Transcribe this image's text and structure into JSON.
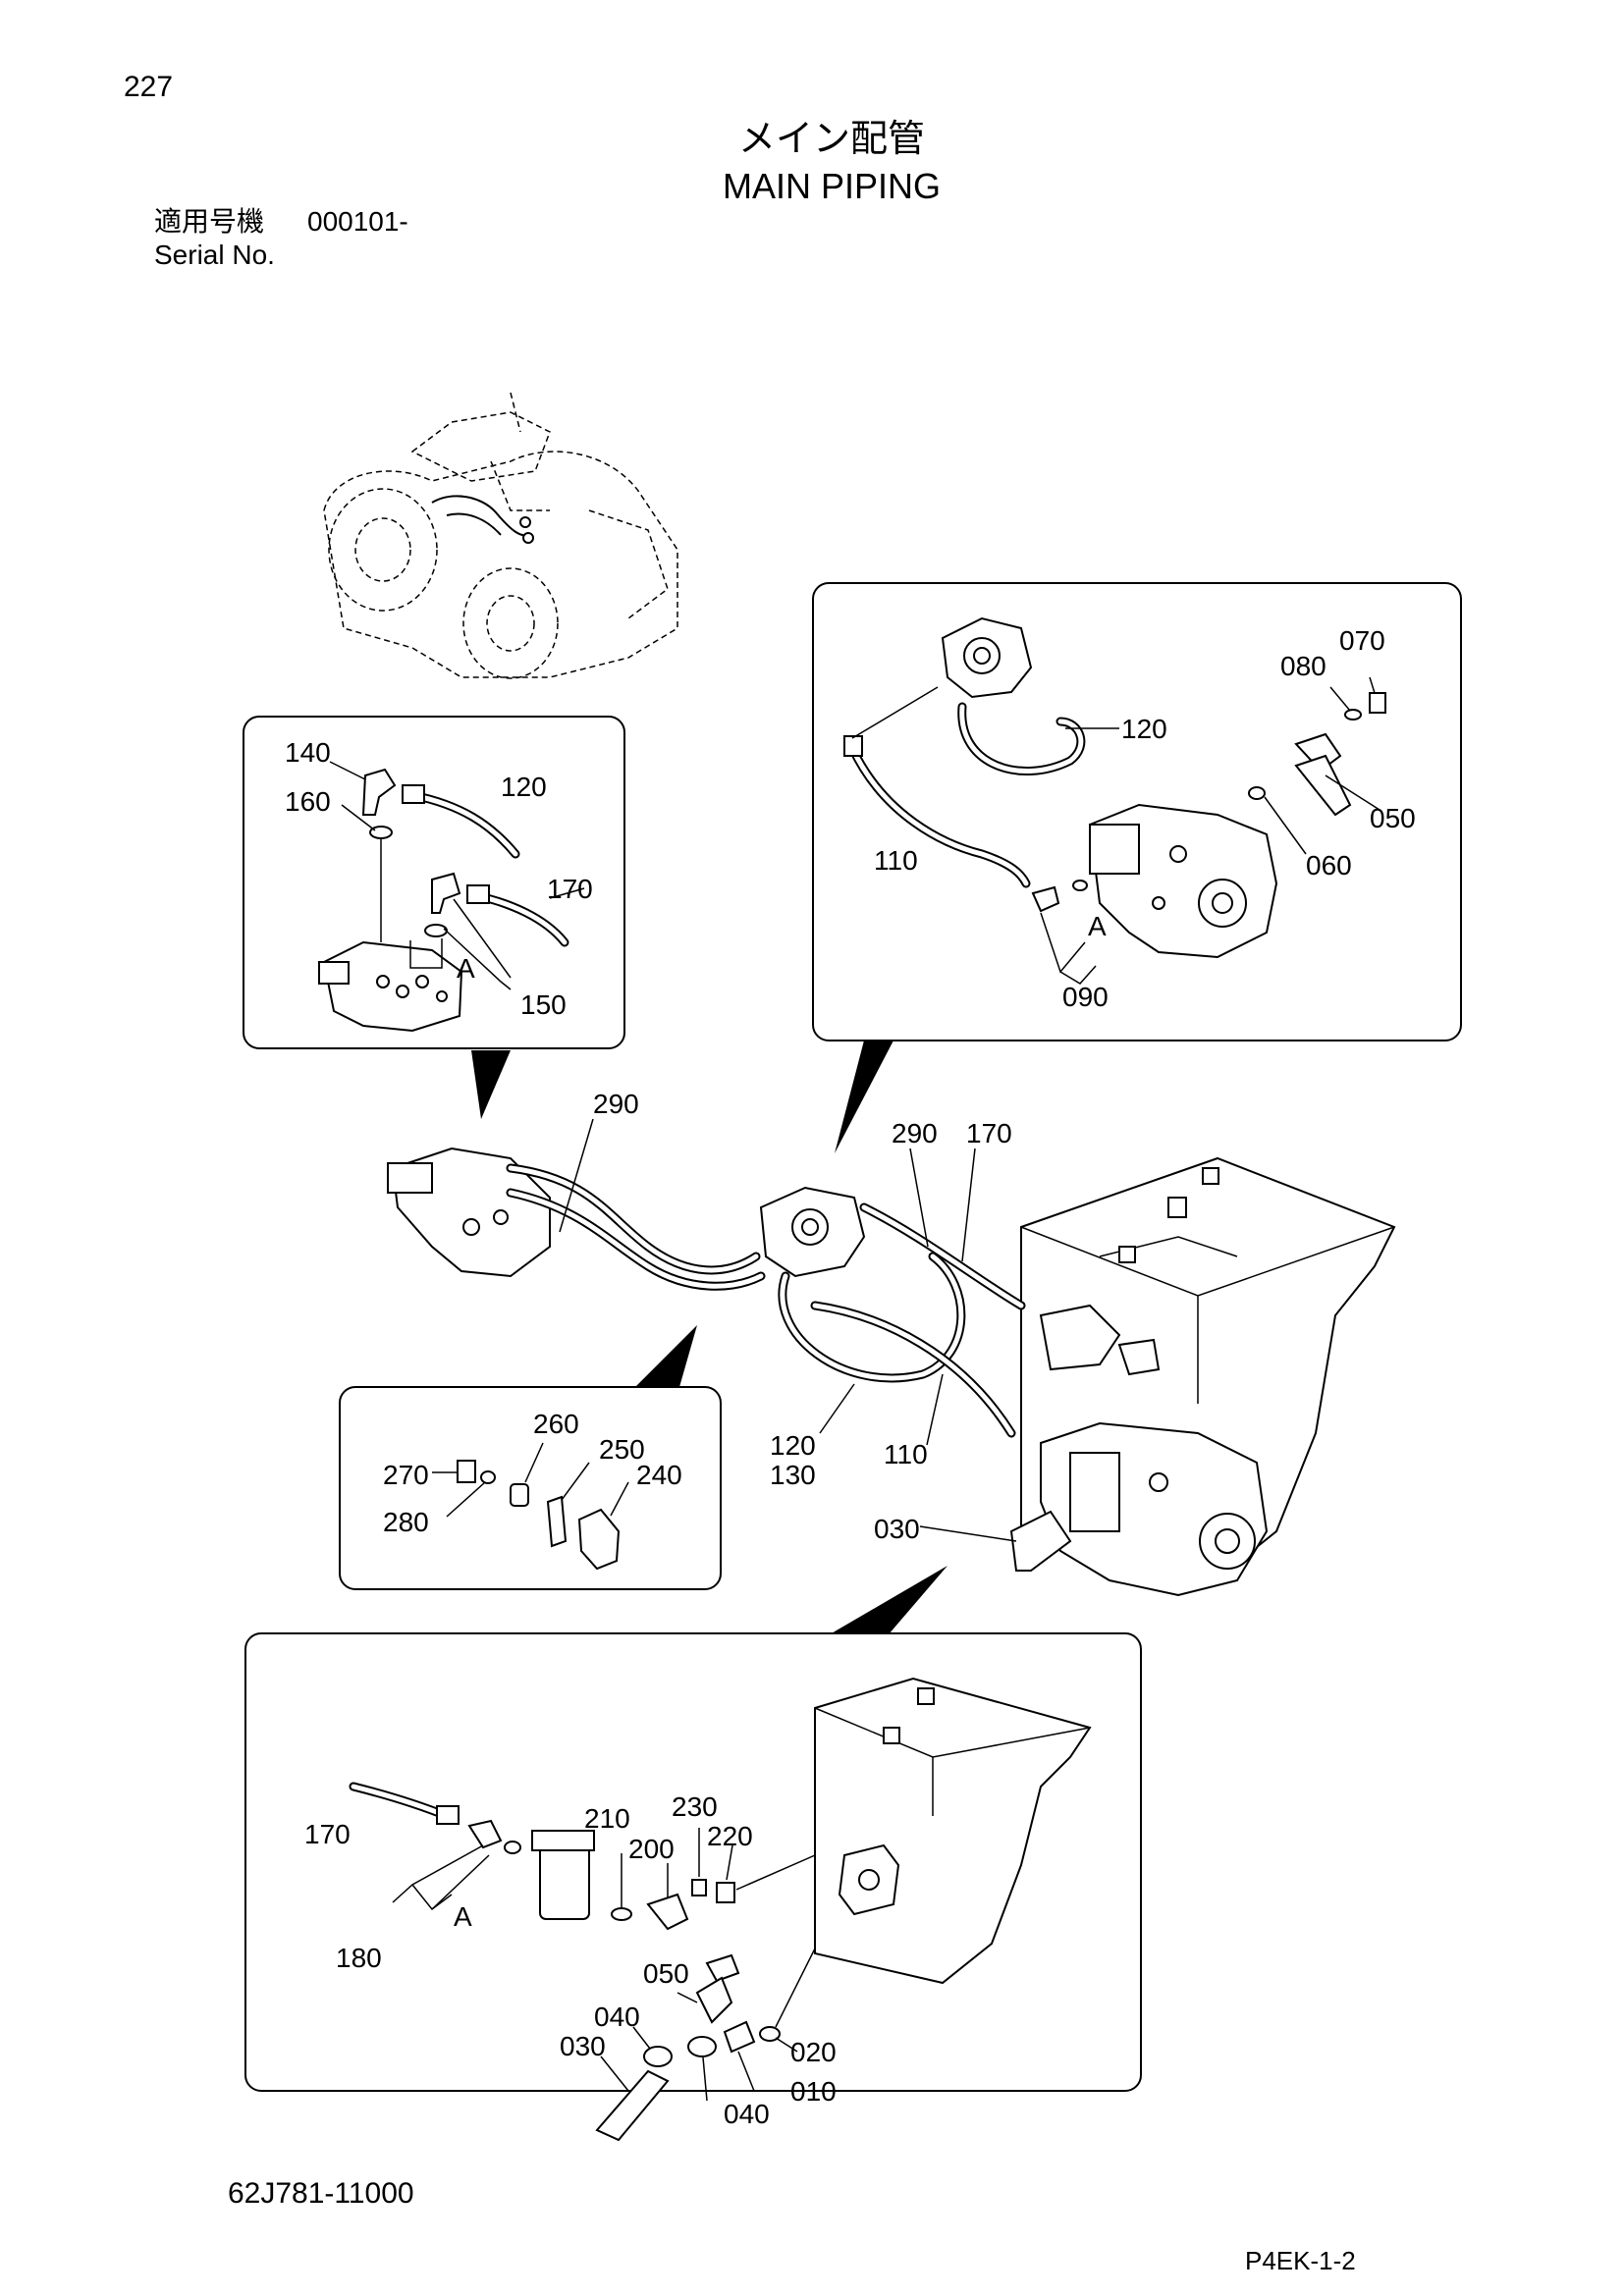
{
  "header": {
    "page_number": "227",
    "title_jp": "メイン配管",
    "title_en": "MAIN PIPING",
    "serial_label_jp": "適用号機",
    "serial_value": "000101-",
    "serial_label_en": "Serial No."
  },
  "footer": {
    "drawing_number": "62J781-11000",
    "page_code": "P4EK-1-2"
  },
  "callouts": {
    "top_left": {
      "p140": "140",
      "p160": "160",
      "p120": "120",
      "p170": "170",
      "a": "A",
      "p150": "150"
    },
    "top_right": {
      "p070": "070",
      "p080": "080",
      "p120": "120",
      "p050": "050",
      "p060": "060",
      "p110": "110",
      "a": "A",
      "p090": "090"
    },
    "main": {
      "p290a": "290",
      "p290b": "290",
      "p170": "170",
      "p120": "120",
      "p130": "130",
      "p110": "110",
      "p030": "030"
    },
    "middle_left": {
      "p260": "260",
      "p250": "250",
      "p240": "240",
      "p270": "270",
      "p280": "280"
    },
    "bottom": {
      "p170": "170",
      "p210": "210",
      "p230": "230",
      "p220": "220",
      "p200": "200",
      "a": "A",
      "p180": "180",
      "p050": "050",
      "p040a": "040",
      "p030": "030",
      "p020": "020",
      "p010": "010",
      "p040b": "040"
    }
  }
}
